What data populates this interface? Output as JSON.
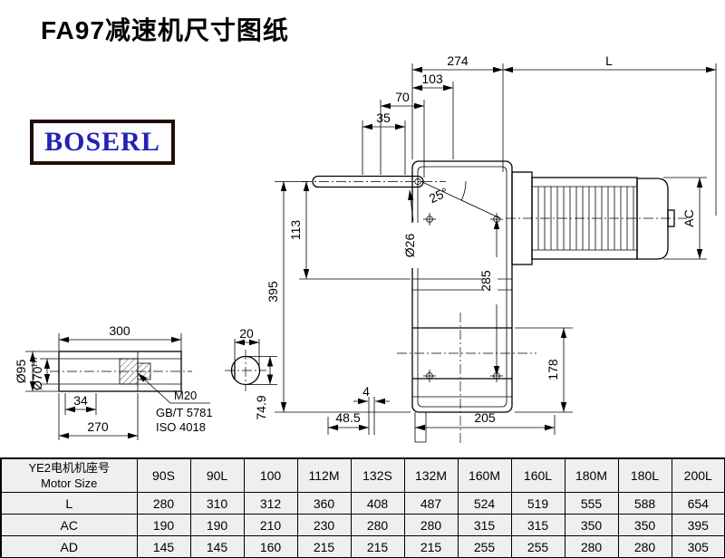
{
  "page": {
    "title": "FA97减速机尺寸图纸",
    "logo": {
      "text": "BOSERL",
      "text_color": "#2222b6",
      "border_color": "#1f0e06"
    }
  },
  "drawing": {
    "dims": {
      "d274": "274",
      "dL": "L",
      "d103": "103",
      "d70": "70",
      "d35": "35",
      "a25": "25°",
      "rod": "Ø26",
      "h395": "395",
      "h113": "113",
      "h285": "285",
      "ac": "AC",
      "h178": "178",
      "d4": "4",
      "d485": "48.5",
      "d205": "205",
      "s300": "300",
      "s34": "34",
      "s270": "270",
      "od95": "Ø95",
      "bore70": "Ø70",
      "boreTol": "H7",
      "m20": "M20",
      "gb": "GB/T 5781",
      "iso": "ISO 4018",
      "c20": "20",
      "c749": "74.9"
    }
  },
  "table": {
    "header_cn": "YE2电机机座号",
    "header_en": "Motor Size",
    "columns": [
      "90S",
      "90L",
      "100",
      "112M",
      "132S",
      "132M",
      "160M",
      "160L",
      "180M",
      "180L",
      "200L"
    ],
    "rows": [
      {
        "label": "L",
        "values": [
          "280",
          "310",
          "312",
          "360",
          "408",
          "487",
          "524",
          "519",
          "555",
          "588",
          "654"
        ]
      },
      {
        "label": "AC",
        "values": [
          "190",
          "190",
          "210",
          "230",
          "280",
          "280",
          "315",
          "315",
          "350",
          "350",
          "395"
        ]
      },
      {
        "label": "AD",
        "values": [
          "145",
          "145",
          "160",
          "215",
          "215",
          "215",
          "255",
          "255",
          "280",
          "280",
          "305"
        ]
      }
    ]
  }
}
